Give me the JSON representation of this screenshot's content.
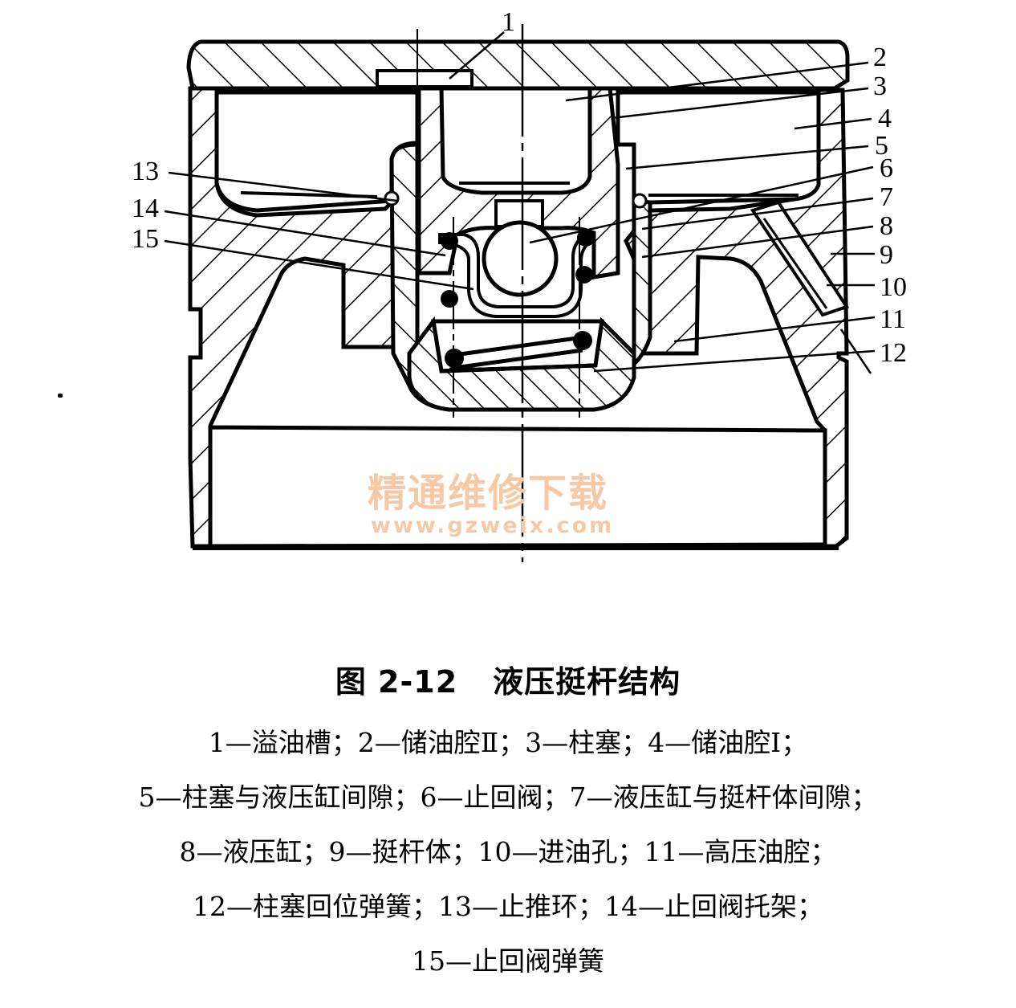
{
  "figure": {
    "number": "图 2-12",
    "title": "液压挺杆结构",
    "callouts": [
      {
        "id": "1",
        "label": "1"
      },
      {
        "id": "2",
        "label": "2"
      },
      {
        "id": "3",
        "label": "3"
      },
      {
        "id": "4",
        "label": "4"
      },
      {
        "id": "5",
        "label": "5"
      },
      {
        "id": "6",
        "label": "6"
      },
      {
        "id": "7",
        "label": "7"
      },
      {
        "id": "8",
        "label": "8"
      },
      {
        "id": "9",
        "label": "9"
      },
      {
        "id": "10",
        "label": "10"
      },
      {
        "id": "11",
        "label": "11"
      },
      {
        "id": "12",
        "label": "12"
      },
      {
        "id": "13",
        "label": "13"
      },
      {
        "id": "14",
        "label": "14"
      },
      {
        "id": "15",
        "label": "15"
      }
    ],
    "parts": [
      {
        "id": "1",
        "name": "溢油槽"
      },
      {
        "id": "2",
        "name": "储油腔Ⅱ"
      },
      {
        "id": "3",
        "name": "柱塞"
      },
      {
        "id": "4",
        "name": "储油腔Ⅰ"
      },
      {
        "id": "5",
        "name": "柱塞与液压缸间隙"
      },
      {
        "id": "6",
        "name": "止回阀"
      },
      {
        "id": "7",
        "name": "液压缸与挺杆体间隙"
      },
      {
        "id": "8",
        "name": "液压缸"
      },
      {
        "id": "9",
        "name": "挺杆体"
      },
      {
        "id": "10",
        "name": "进油孔"
      },
      {
        "id": "11",
        "name": "高压油腔"
      },
      {
        "id": "12",
        "name": "柱塞回位弹簧"
      },
      {
        "id": "13",
        "name": "止推环"
      },
      {
        "id": "14",
        "name": "止回阀托架"
      },
      {
        "id": "15",
        "name": "止回阀弹簧"
      }
    ],
    "legend_lines": [
      "1—溢油槽；2—储油腔Ⅱ；3—柱塞；4—储油腔Ⅰ；",
      "5—柱塞与液压缸间隙；6—止回阀；7—液压缸与挺杆体间隙；",
      "8—液压缸；9—挺杆体；10—进油孔；11—高压油腔；",
      "12—柱塞回位弹簧；13—止推环；14—止回阀托架；",
      "15—止回阀弹簧"
    ]
  },
  "watermark": {
    "text": "精通维修下载",
    "url": "www.gzweix.com",
    "color": "#f6c9a6"
  }
}
